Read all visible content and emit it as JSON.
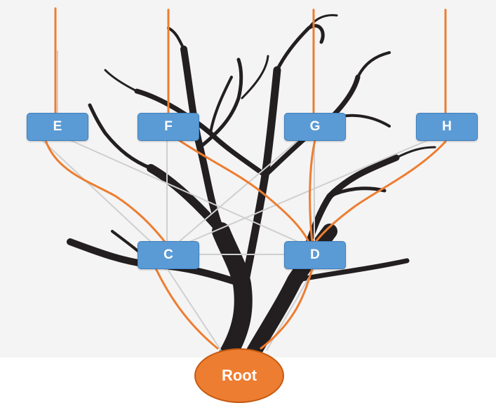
{
  "colors": {
    "node_fill": "#5b9bd5",
    "node_border": "#3f7fbf",
    "root_fill": "#ed7d31",
    "root_border": "#c55a11",
    "highlight_edge": "#ed7d31",
    "faint_edge": "#cfcfcf",
    "tree": "#231f20"
  },
  "nodes": {
    "e": {
      "label": "E"
    },
    "f": {
      "label": "F"
    },
    "g": {
      "label": "G"
    },
    "h": {
      "label": "H"
    },
    "c": {
      "label": "C"
    },
    "d": {
      "label": "D"
    },
    "root": {
      "label": "Root"
    }
  }
}
